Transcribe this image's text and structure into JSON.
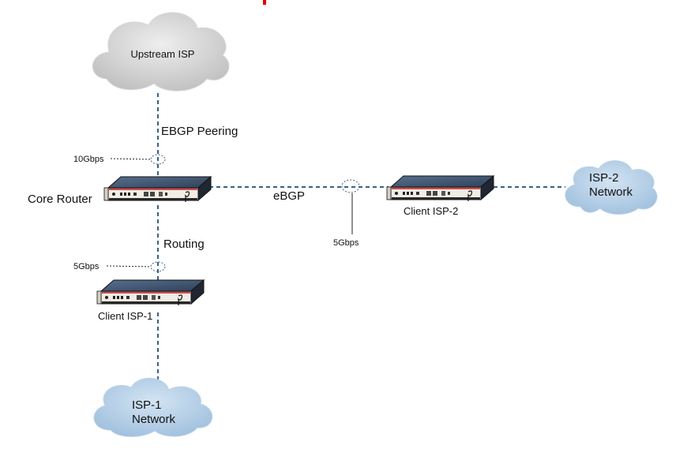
{
  "clouds": {
    "upstream": {
      "label": "Upstream ISP"
    },
    "isp1": {
      "line1": "ISP-1",
      "line2": "Network"
    },
    "isp2": {
      "line1": "ISP-2",
      "line2": "Network"
    }
  },
  "devices": {
    "core": {
      "label": "Core Router"
    },
    "client1": {
      "label": "Client ISP-1"
    },
    "client2": {
      "label": "Client ISP-2"
    }
  },
  "links": {
    "upstream_core": {
      "label": "EBGP Peering",
      "speed": "10Gbps"
    },
    "core_client1": {
      "label": "Routing",
      "speed": "5Gbps"
    },
    "core_client2": {
      "label": "eBGP",
      "speed": "5Gbps"
    }
  },
  "colors": {
    "link": "#3a5f8a",
    "cloud": "#c9c9c9",
    "network_cloud": "#a9c6e3",
    "accent": "#e00000"
  }
}
